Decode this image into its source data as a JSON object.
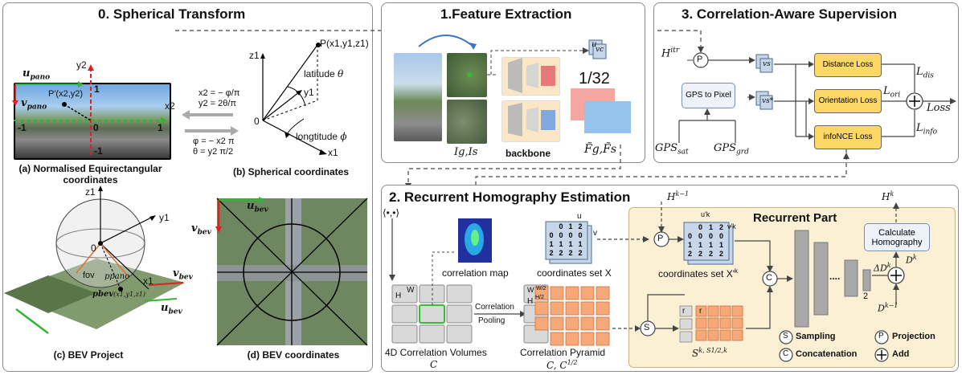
{
  "panels": {
    "spherical": {
      "title": "0. Spherical Transform"
    },
    "feature": {
      "title": "1.Feature Extraction"
    },
    "correlation": {
      "title": "3. Correlation-Aware Supervision"
    },
    "recurrent": {
      "title": "2. Recurrent Homography Estimation"
    }
  },
  "spherical": {
    "caption_a": "(a) Normalised Equirectangular coordinates",
    "caption_b": "(b) Spherical coordinates",
    "caption_c": "(c) BEV Project",
    "caption_d": "(d) BEV coordinates",
    "u_pano": "u",
    "u_pano_sub": "pano",
    "v_pano": "v",
    "v_pano_sub": "pano",
    "point_p_prime": "P'(x",
    "point_p_prime_full": "P'(x2,y2)",
    "y2": "y2",
    "x2": "x2",
    "one": "1",
    "zero": "0",
    "neg_one": "-1",
    "point_p": "P(x1,y1,z1)",
    "z1": "z1",
    "y1": "y1",
    "x1": "x1",
    "latitude": "latitude",
    "theta": "θ",
    "longitude": "longtitude",
    "phi": "ϕ",
    "eq_fwd_1": "x2 = − φ/π",
    "eq_fwd_2": "y2 = 2θ/π",
    "eq_inv_1": "φ = − x2 π",
    "eq_inv_2": "θ = y2 π/2",
    "fov": "fov",
    "p_pano": "ppano",
    "p_bev": "pbev",
    "p_bev_coords": "(x1,y1,z1)",
    "u_bev": "u",
    "u_bev_sub": "bev",
    "v_bev": "v",
    "v_bev_sub": "bev"
  },
  "feature": {
    "scale": "1/32",
    "backbone": "backbone",
    "images_label": "Ig,Is",
    "features_label": "F̃g,F̃s",
    "u": "u",
    "vc": "vc"
  },
  "correlation": {
    "h_itr": "H",
    "h_itr_sup": "itr",
    "projection": "P",
    "gps_to_pixel": "GPS to Pixel",
    "gps_sat": "GPS",
    "gps_sat_sub": "sat",
    "gps_grd": "GPS",
    "gps_grd_sub": "grd",
    "distance_loss": "Distance Loss",
    "orientation_loss": "Orientation Loss",
    "infonce_loss": "infoNCE Loss",
    "l_dis": "L",
    "l_dis_sub": "dis",
    "l_ori": "L",
    "l_ori_sub": "ori",
    "l_info": "L",
    "l_info_sub": "info",
    "loss": "Loss",
    "vs": "vs",
    "vs_star": "vs*"
  },
  "recurrent": {
    "inner_product": "⟨•,•⟩",
    "correlation_map": "correlation map",
    "coordinates_set_x": "coordinates set X",
    "coordinates_set_xk": "coordinates set X'",
    "coordinates_set_xk_sup": "k",
    "volumes_label": "4D Correlation Volumes",
    "volumes_symbol": "C",
    "pooling_label_1": "Correlation",
    "pooling_label_2": "Pooling",
    "pyramid_label": "Correlation Pyramid",
    "pyramid_symbol": "C, C",
    "pyramid_sup": "1/2",
    "h_label": "H",
    "w_label": "W",
    "w2_label": "W/2",
    "h2_label": "H/2",
    "u_label": "u",
    "v_label": "v",
    "uk_label": "u'k",
    "vk_label": "v'k",
    "grid_x": [
      [
        "0",
        "1",
        "2"
      ],
      [
        "0",
        "0",
        "0"
      ],
      [
        "1",
        "1",
        "1"
      ],
      [
        "2",
        "2",
        "2"
      ]
    ],
    "grid_x_left": [
      "0",
      "1",
      "2"
    ],
    "recurrent_part": "Recurrent Part",
    "h_k_minus_1": "H",
    "h_k_minus_1_sup": "k−1",
    "h_k": "H",
    "h_k_sup": "k",
    "calc_homography": "Calculate Homography",
    "delta_d": "ΔD",
    "delta_d_sup": "k",
    "d_k": "D",
    "d_k_sup": "k",
    "d_k_minus_1": "D",
    "d_k_minus_1_sup": "k−1",
    "dots": "....",
    "two": "2",
    "s_label": "S",
    "s_label_text": "k, S",
    "s_label_sup": "1/2,k",
    "r_label": "r",
    "legend": {
      "sampling_symbol": "S",
      "sampling": "Sampling",
      "concat_symbol": "C",
      "concat": "Concatenation",
      "projection_symbol": "P",
      "projection": "Projection",
      "add": "Add"
    }
  },
  "colors": {
    "loss_box": "#fdd867",
    "recurrent_bg": "#fbf0d4",
    "pyramid_cell": "#f6a878",
    "grid_blue": "#c8d6ea",
    "green_axis": "#33b533",
    "red_axis": "#e02020"
  }
}
